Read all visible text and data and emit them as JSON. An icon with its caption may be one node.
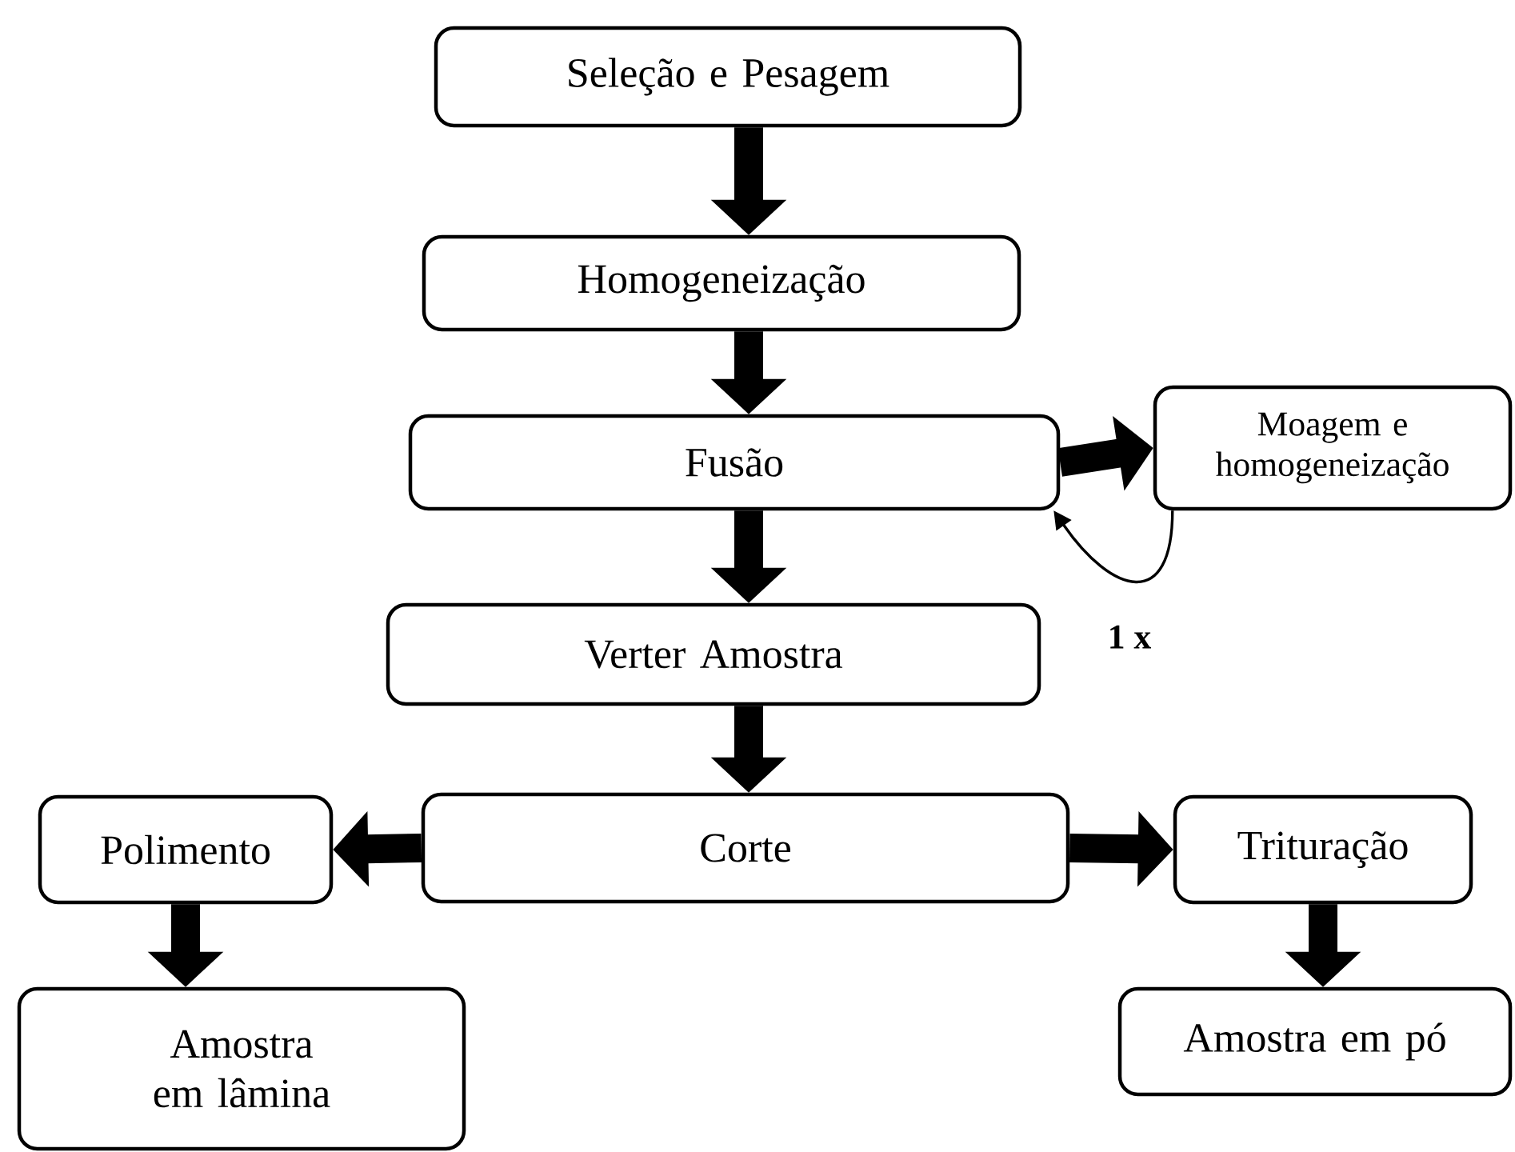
{
  "diagram": {
    "nodes": [
      {
        "text": [
          "Seleção e Pesagem"
        ]
      },
      {
        "text": [
          "Homogeneização"
        ]
      },
      {
        "text": [
          "Fusão"
        ]
      },
      {
        "text": [
          "Moagem e homogeneização"
        ]
      },
      {
        "text": [
          "Verter Amostra"
        ]
      },
      {
        "text": [
          "Corte"
        ]
      },
      {
        "text": [
          "Polimento"
        ]
      },
      {
        "text": [
          "Trituração"
        ]
      },
      {
        "text": [
          "Amostra em lâmina"
        ]
      },
      {
        "text": [
          "Amostra em pó"
        ]
      }
    ],
    "edges": [
      {
        "from": 0,
        "to": 1,
        "arrow": "to"
      },
      {
        "from": 1,
        "to": 2,
        "arrow": "to"
      },
      {
        "from": 2,
        "to": 3,
        "arrow": "to"
      },
      {
        "from": 3,
        "to": 2,
        "arrow": "to",
        "label": "1 x"
      },
      {
        "from": 2,
        "to": 4,
        "arrow": "to"
      },
      {
        "from": 4,
        "to": 5,
        "arrow": "to"
      },
      {
        "from": 5,
        "to": 6,
        "arrow": "to"
      },
      {
        "from": 5,
        "to": 7,
        "arrow": "to"
      },
      {
        "from": 6,
        "to": 8,
        "arrow": "to"
      },
      {
        "from": 7,
        "to": 9,
        "arrow": "to"
      }
    ]
  }
}
